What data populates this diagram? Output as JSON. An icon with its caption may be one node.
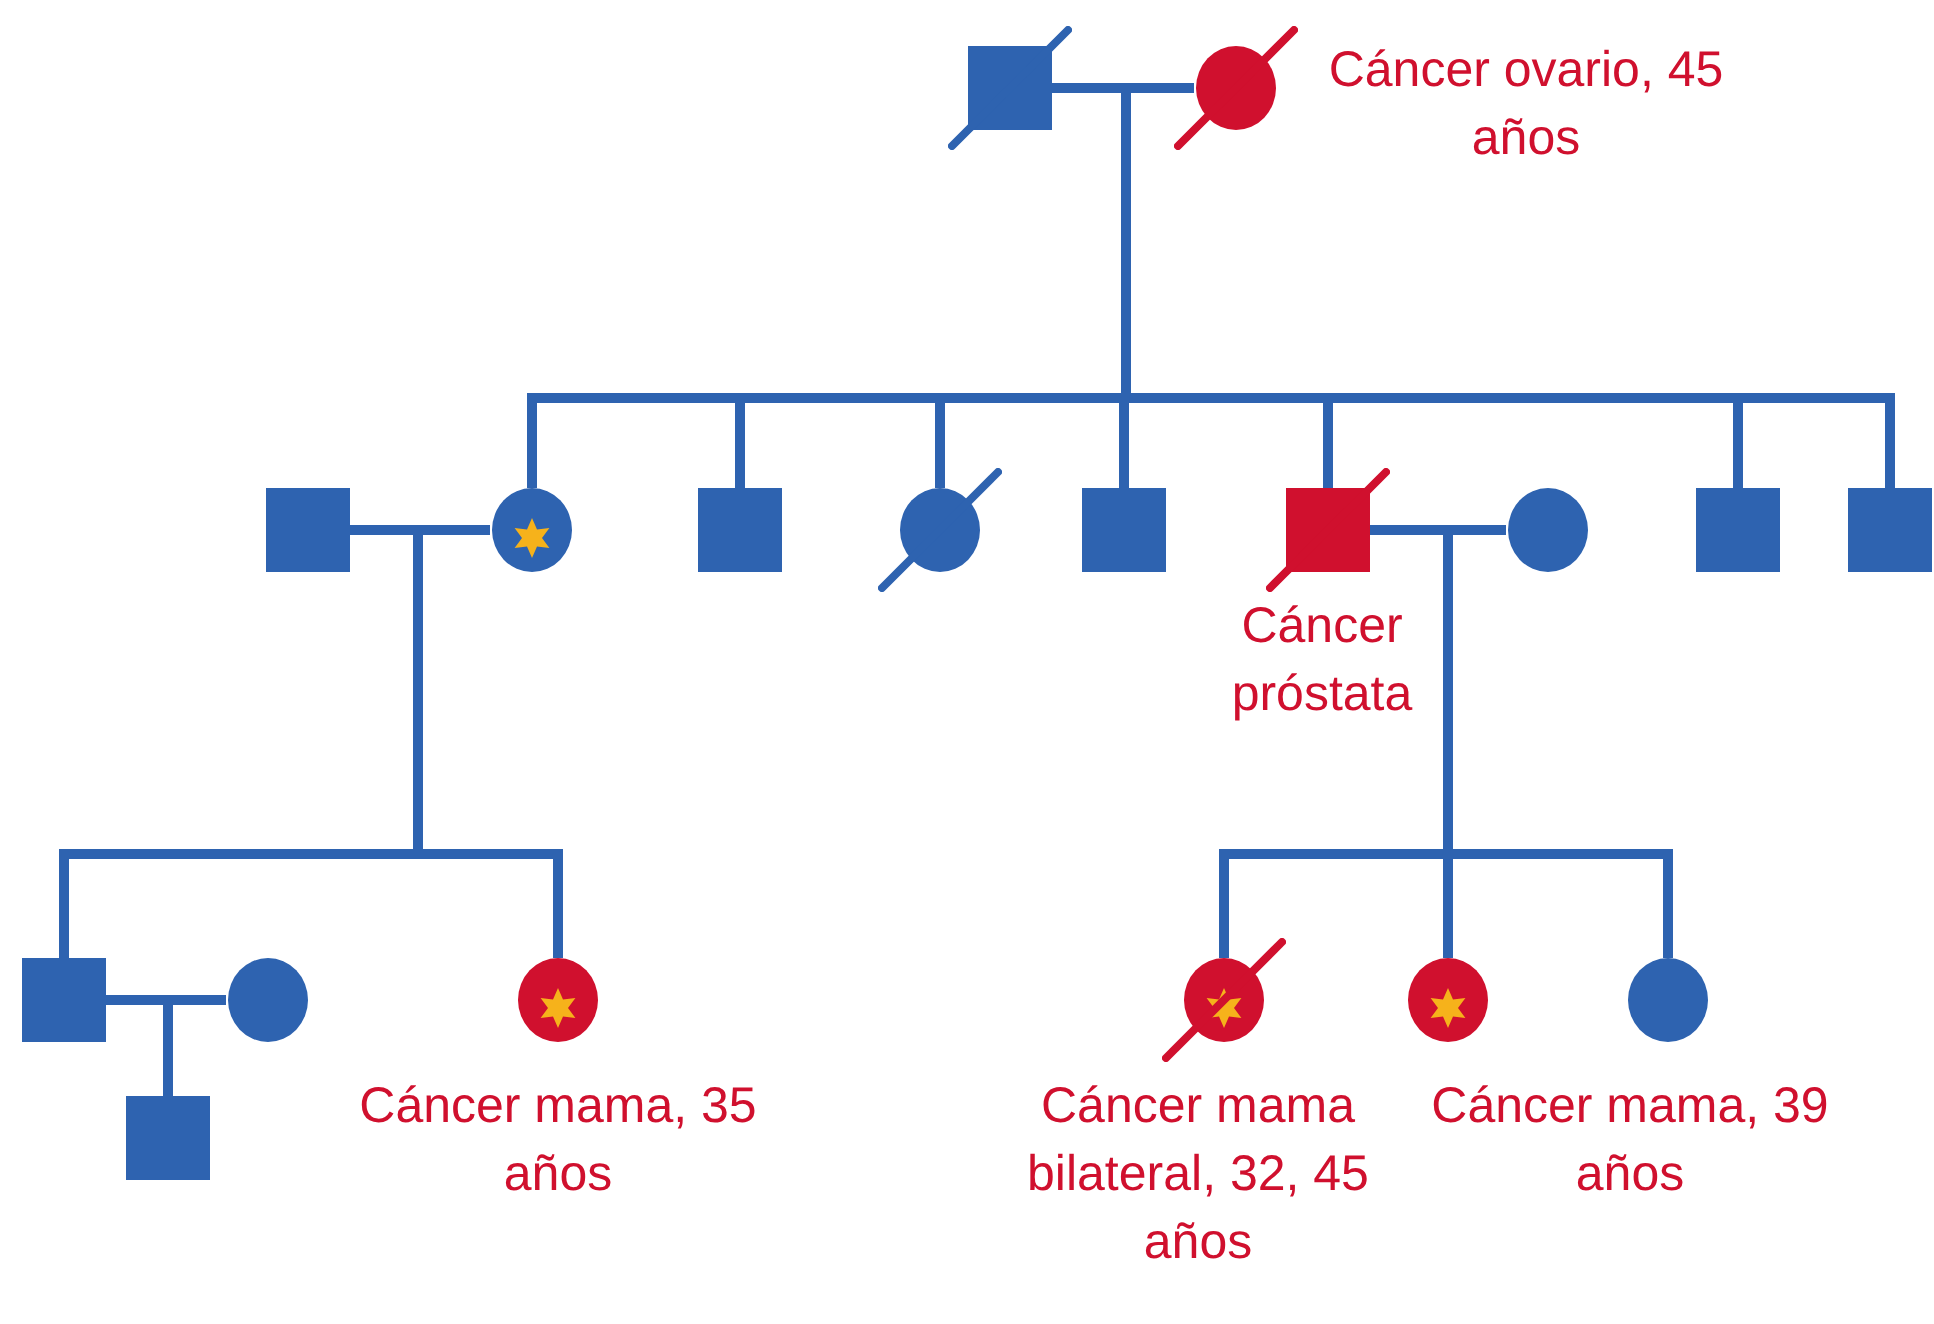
{
  "diagram": {
    "nodes": [
      {
        "text": [],
        "shape": "box"
      },
      {
        "text": [],
        "shape": "circle",
        "beside": [
          "Cáncer ovario, 45 años"
        ]
      },
      {
        "text": [],
        "shape": "box"
      },
      {
        "text": [],
        "shape": "circle"
      },
      {
        "text": [],
        "shape": "box"
      },
      {
        "text": [],
        "shape": "circle"
      },
      {
        "text": [],
        "shape": "box"
      },
      {
        "text": [],
        "shape": "box",
        "beside": [
          "Cáncer próstata"
        ]
      },
      {
        "text": [],
        "shape": "circle"
      },
      {
        "text": [],
        "shape": "box"
      },
      {
        "text": [],
        "shape": "box"
      },
      {
        "text": [],
        "shape": "box"
      },
      {
        "text": [],
        "shape": "circle"
      },
      {
        "text": [],
        "shape": "circle",
        "beside": [
          "Cáncer mama, 35 años"
        ]
      },
      {
        "text": [],
        "shape": "circle",
        "beside": [
          "Cáncer mama bilateral, 32, 45 años"
        ]
      },
      {
        "text": [],
        "shape": "circle",
        "beside": [
          "Cáncer mama, 39 años"
        ]
      },
      {
        "text": [],
        "shape": "circle"
      },
      {
        "text": [],
        "shape": "box"
      }
    ],
    "edges": [
      {
        "from": 0,
        "to": 1,
        "arrow": "none"
      },
      {
        "from": 2,
        "to": 3,
        "arrow": "none"
      },
      {
        "from": 7,
        "to": 8,
        "arrow": "none"
      },
      {
        "from": 11,
        "to": 12,
        "arrow": "none"
      },
      {
        "from": 0,
        "to": 3,
        "arrow": "none"
      },
      {
        "from": 0,
        "to": 4,
        "arrow": "none"
      },
      {
        "from": 0,
        "to": 5,
        "arrow": "none"
      },
      {
        "from": 0,
        "to": 6,
        "arrow": "none"
      },
      {
        "from": 0,
        "to": 7,
        "arrow": "none"
      },
      {
        "from": 0,
        "to": 9,
        "arrow": "none"
      },
      {
        "from": 0,
        "to": 10,
        "arrow": "none"
      },
      {
        "from": 2,
        "to": 11,
        "arrow": "none"
      },
      {
        "from": 2,
        "to": 13,
        "arrow": "none"
      },
      {
        "from": 7,
        "to": 14,
        "arrow": "none"
      },
      {
        "from": 7,
        "to": 15,
        "arrow": "none"
      },
      {
        "from": 7,
        "to": 16,
        "arrow": "none"
      },
      {
        "from": 11,
        "to": 17,
        "arrow": "none"
      }
    ]
  }
}
